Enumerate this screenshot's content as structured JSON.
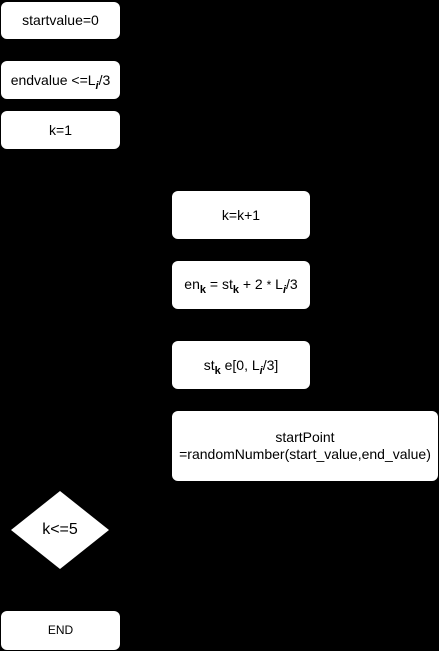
{
  "flowchart": {
    "start_value": "startvalue=0",
    "end_value": {
      "prefix": "endvalue <=L",
      "subscript": "i",
      "suffix": "/3"
    },
    "k_init": "k=1",
    "k_increment": "k=k+1",
    "en_formula": {
      "base": "en",
      "base_sub": "k",
      "mid": " = st",
      "mid_sub": "k",
      "after": " + 2 ",
      "op": "*",
      "L": " L",
      "L_sub": "i",
      "tail": "/3"
    },
    "st_range": {
      "base": "st",
      "base_sub": "k",
      "mid": " e[0, L",
      "mid_sub": "i",
      "tail": "/3]"
    },
    "start_point": {
      "line1": "startPoint",
      "line2": "=randomNumber(start_value,end_value)"
    },
    "decision": "k<=5",
    "end": "END"
  }
}
